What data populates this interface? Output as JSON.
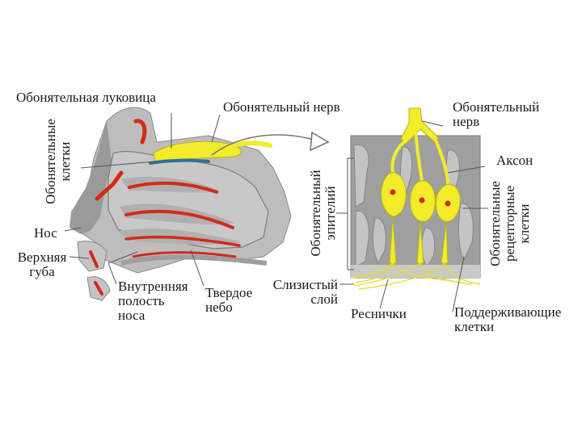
{
  "labels": {
    "olfactory_bulb": "Обонятельная луковица",
    "olfactory_nerve_left": "Обонятельный нерв",
    "olfactory_cells_1": "Обонятельные",
    "olfactory_cells_2": "клетки",
    "nose": "Нос",
    "upper_lip_1": "Верхняя",
    "upper_lip_2": "губа",
    "nasal_cavity_1": "Внутренняя",
    "nasal_cavity_2": "полость",
    "nasal_cavity_3": "носа",
    "hard_palate_1": "Твердое",
    "hard_palate_2": "небо",
    "epithelium_1": "Обонятельный",
    "epithelium_2": "эпителий",
    "mucous_1": "Слизистый",
    "mucous_2": "слой",
    "cilia": "Реснички",
    "nerve_right_1": "Обонятельный",
    "nerve_right_2": "нерв",
    "axon": "Аксон",
    "receptor_1": "Обонятельные",
    "receptor_2": "рецепторные",
    "receptor_3": "клетки",
    "supporting_1": "Поддерживающие",
    "supporting_2": "клетки"
  },
  "colors": {
    "nerve_yellow": "#f2ec2a",
    "tissue_gray": "#a9a9a9",
    "tissue_light": "#d2d2d2",
    "mucosa_red": "#d42a1a",
    "bulb_blue": "#2d6f9a",
    "leader_line": "#555555"
  }
}
